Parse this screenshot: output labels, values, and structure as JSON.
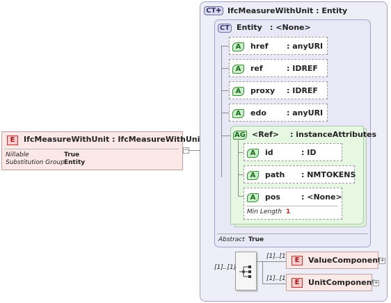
{
  "root_element": {
    "badge": "E",
    "title": "IfcMeasureWithUnit : IfcMeasureWithUnit",
    "props": [
      {
        "key": "Nillable",
        "value": "True"
      },
      {
        "key": "Substitution Group",
        "value": "Entity"
      }
    ]
  },
  "complex_type": {
    "badge": "CT",
    "title": "IfcMeasureWithUnit : Entity",
    "base": {
      "badge": "CT",
      "name": "Entity",
      "type": ": <None>",
      "attributes": [
        {
          "badge": "A",
          "name": "href",
          "type": ": anyURI"
        },
        {
          "badge": "A",
          "name": "ref",
          "type": ": IDREF"
        },
        {
          "badge": "A",
          "name": "proxy",
          "type": ": IDREF"
        },
        {
          "badge": "A",
          "name": "edo",
          "type": ": anyURI"
        }
      ],
      "attribute_group": {
        "badge": "AG",
        "name": "<Ref>",
        "type": ": instanceAttributes",
        "attributes": [
          {
            "badge": "A",
            "name": "id",
            "type": ": ID"
          },
          {
            "badge": "A",
            "name": "path",
            "type": ": NMTOKENS"
          },
          {
            "badge": "A",
            "name": "pos",
            "type": ": <None>",
            "facet_key": "Min Length",
            "facet_value": "1"
          }
        ]
      },
      "abstract_key": "Abstract",
      "abstract_value": "True"
    },
    "sequence_multiplicity": "[1]..[1]",
    "children": [
      {
        "badge": "E",
        "name": "ValueComponent",
        "multiplicity": "[1]..[1]"
      },
      {
        "badge": "E",
        "name": "UnitComponent",
        "multiplicity": "[1]..[1]"
      }
    ]
  },
  "colors": {
    "element_fill": "#fde8e8",
    "ct_fill": "#eeeef8",
    "group_fill": "#e6f7e2"
  }
}
